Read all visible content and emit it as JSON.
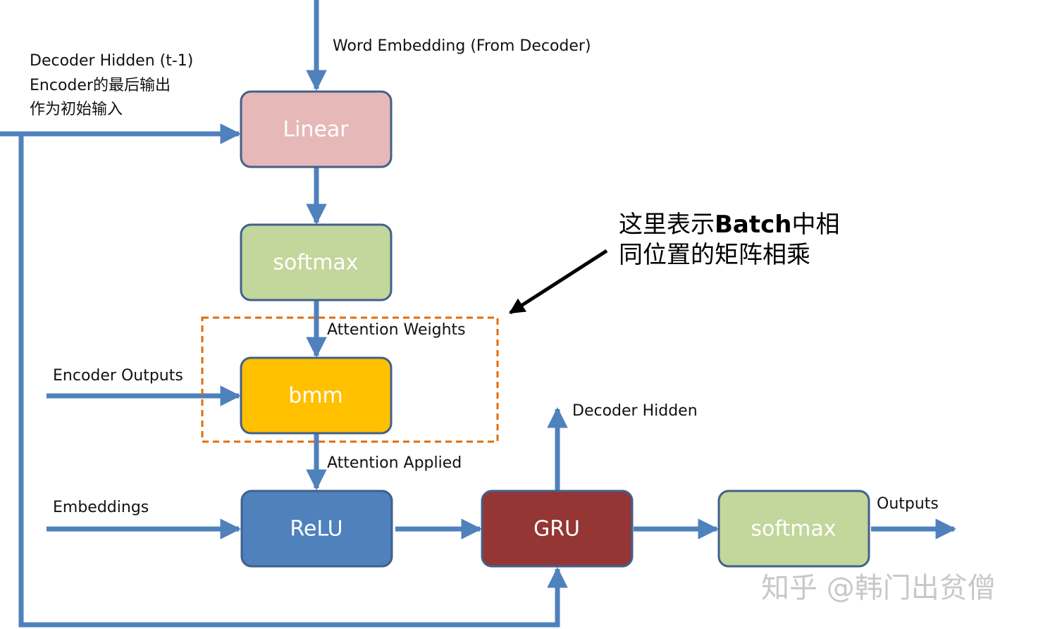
{
  "colors": {
    "flow_arrow": "#4f81bd",
    "linear": "#e6b8b7",
    "softmax": "#c3d69b",
    "bmm": "#ffc000",
    "relu": "#4f81bd",
    "gru": "#943634",
    "node_border": "#41608c",
    "highlight_box": "#e36c09",
    "callout_arrow": "#000000"
  },
  "nodes": {
    "linear": "Linear",
    "softmax_top": "softmax",
    "bmm": "bmm",
    "relu": "ReLU",
    "gru": "GRU",
    "softmax_out": "softmax"
  },
  "edge_labels": {
    "word_embedding": "Word Embedding (From Decoder)",
    "decoder_hidden_in_1": "Decoder Hidden (t-1)",
    "decoder_hidden_in_2": "Encoder的最后输出",
    "decoder_hidden_in_3": "作为初始输入",
    "attention_weights": "Attention Weights",
    "encoder_outputs": "Encoder Outputs",
    "attention_applied": "Attention Applied",
    "embeddings": "Embeddings",
    "decoder_hidden_out": "Decoder Hidden",
    "outputs": "Outputs"
  },
  "annotation": {
    "line1_prefix": "这里表示",
    "line1_bold": "Batch",
    "line1_suffix": "中相",
    "line2": "同位置的矩阵相乘"
  },
  "watermark": "知乎 @韩门出贫僧"
}
